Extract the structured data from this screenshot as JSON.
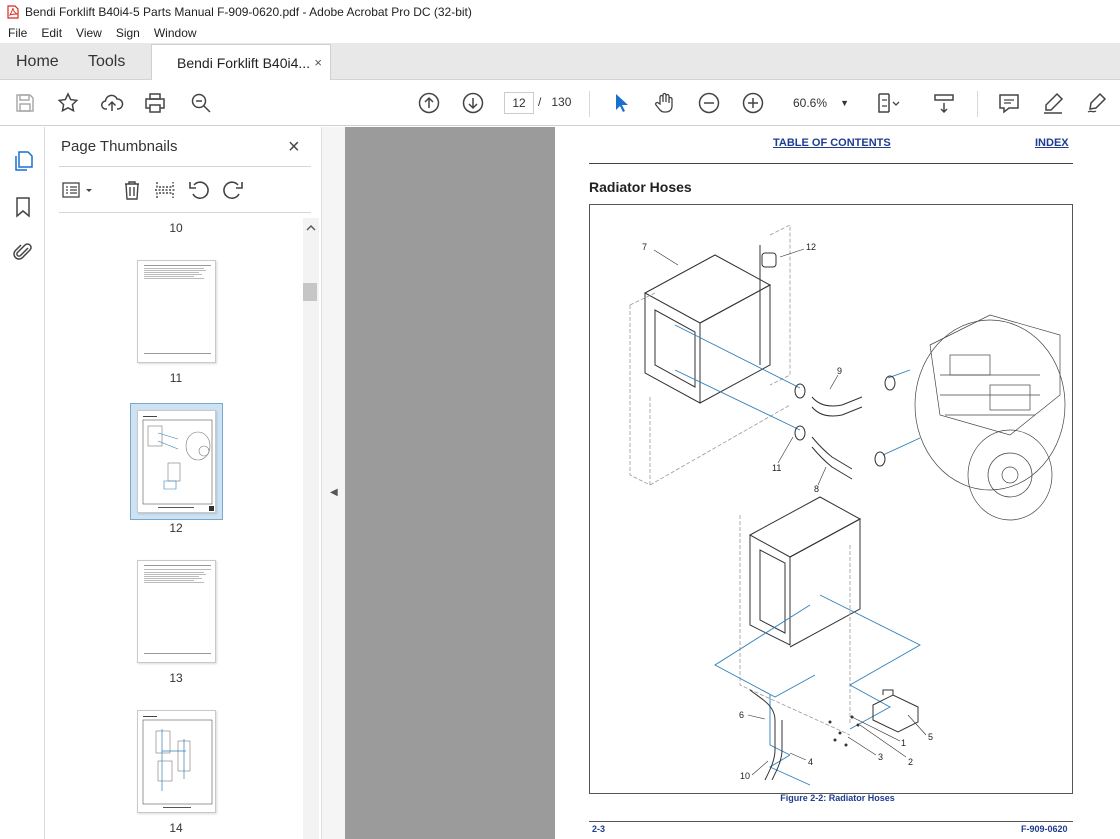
{
  "window": {
    "title": "Bendi Forklift B40i4-5 Parts Manual F-909-0620.pdf - Adobe Acrobat Pro DC (32-bit)"
  },
  "menu": [
    "File",
    "Edit",
    "View",
    "Sign",
    "Window"
  ],
  "tabs": {
    "home": "Home",
    "tools": "Tools",
    "document": "Bendi Forklift B40i4...",
    "close": "×"
  },
  "toolbar": {
    "current_page": "12",
    "page_separator": "/",
    "total_pages": "130",
    "zoom": "60.6%",
    "icons": [
      "save-icon",
      "bookmark-star-icon",
      "upload-icon",
      "print-icon",
      "zoom-search-icon",
      "page-up-icon",
      "page-down-icon",
      "select-arrow-icon",
      "hand-icon",
      "zoom-out-icon",
      "zoom-in-icon",
      "fit-page-icon",
      "scroll-mode-icon",
      "comment-icon",
      "highlight-pen-icon",
      "sign-icon"
    ]
  },
  "panel": {
    "title": "Page Thumbnails",
    "close": "×",
    "thumbnails": [
      {
        "label": "10"
      },
      {
        "label": "11"
      },
      {
        "label": "12",
        "selected": true
      },
      {
        "label": "13"
      },
      {
        "label": "14"
      }
    ]
  },
  "page": {
    "toc_link": "TABLE OF CONTENTS",
    "index_link": "INDEX",
    "section_title": "Radiator Hoses",
    "figure_caption": "Figure 2-2:  Radiator Hoses",
    "footer_left": "2-3",
    "footer_right": "F-909-0620",
    "callouts": [
      "7",
      "12",
      "9",
      "11",
      "8",
      "6",
      "10",
      "4",
      "3",
      "2",
      "1",
      "5"
    ]
  },
  "colors": {
    "link_blue": "#1f3c8f",
    "hose_blue": "#2f7fb8",
    "selected_thumb": "#cde3f4",
    "doc_background": "#9b9b9b"
  }
}
